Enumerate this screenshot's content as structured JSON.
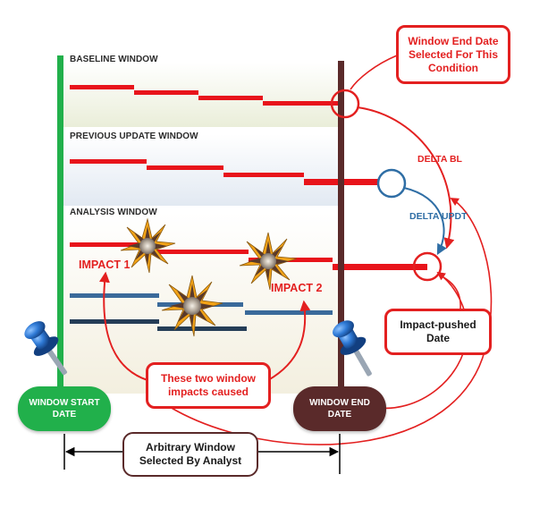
{
  "bands": {
    "baseline": "BASELINE WINDOW",
    "previous_update": "PREVIOUS UPDATE WINDOW",
    "analysis": "ANALYSIS WINDOW"
  },
  "impacts": {
    "impact1": "IMPACT 1",
    "impact2": "IMPACT 2"
  },
  "deltas": {
    "delta_bl": "DELTA BL",
    "delta_updt": "DELTA UPDT"
  },
  "callouts": {
    "window_end_selected": "Window End Date\nSelected For This\nCondition",
    "impact_pushed": "Impact-pushed\nDate",
    "two_impacts": "These two window\nimpacts caused",
    "arbitrary_window": "Arbitrary Window\nSelected By Analyst"
  },
  "markers": {
    "window_start": "WINDOW START\nDATE",
    "window_end": "WINDOW END\nDATE"
  },
  "colors": {
    "accent_red": "#e32020",
    "start_green": "#21b04b",
    "end_brown": "#5a2a2a",
    "blue_bar": "#3a6a9a",
    "pin_blue": "#1f5fb5"
  },
  "icons": {
    "pin": "pushpin-icon",
    "impact": "explosion-icon"
  }
}
